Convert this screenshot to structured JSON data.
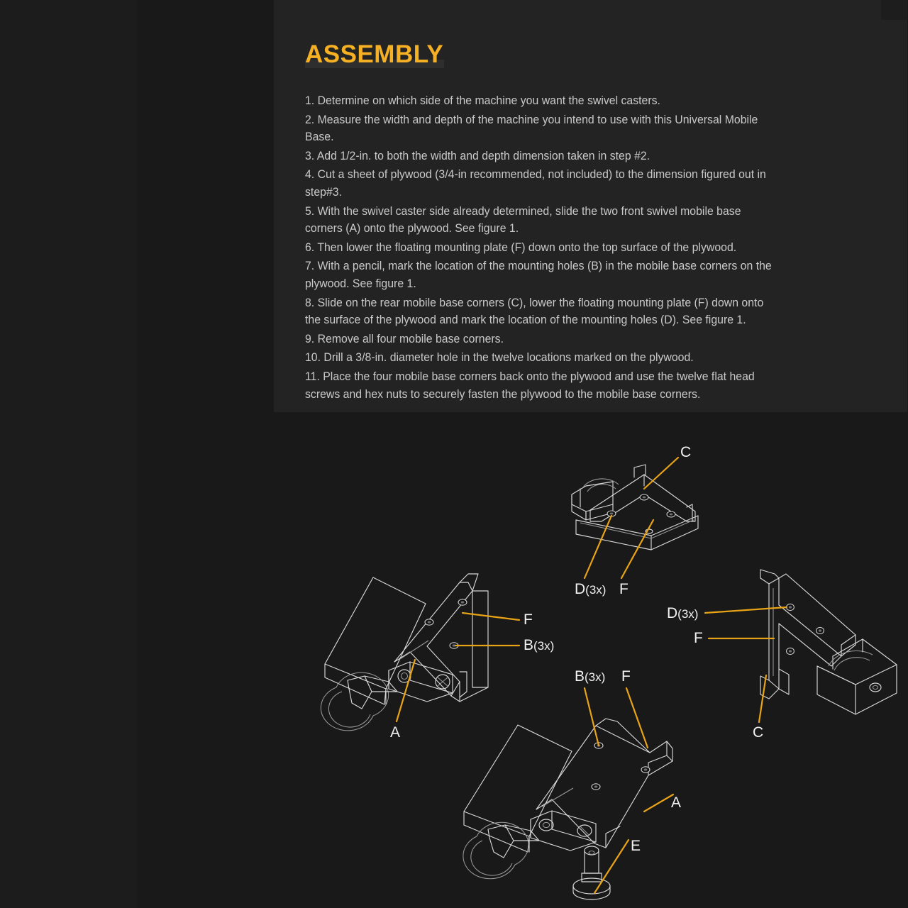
{
  "document": {
    "title": "ASSEMBLY",
    "title_color": "#f5b024",
    "body_color": "#c9c9c9",
    "panel_color": "#232323",
    "page_color": "#191919",
    "leader_color": "#e8a317",
    "linework_color": "#d8d8d8"
  },
  "steps": [
    "1. Determine on which side of the machine you want the swivel casters.",
    "2. Measure the width and depth of the machine you intend to use with this Universal Mobile Base.",
    "3. Add 1/2-in. to both the width and depth dimension taken in step #2.",
    "4. Cut a sheet of plywood (3/4-in recommended, not included) to the dimension figured out in step#3.",
    "5. With the swivel caster side already determined, slide the two front swivel mobile base corners (A) onto the plywood. See figure 1.",
    "6. Then lower the floating mounting plate (F) down onto the top surface of the plywood.",
    "7. With a pencil, mark the location of the mounting holes (B) in the mobile base corners on the plywood. See figure 1.",
    "8. Slide on the rear mobile base corners (C), lower the floating mounting plate (F) down onto the surface of the plywood and mark the location of the mounting holes (D). See figure 1.",
    "9. Remove all four mobile base corners.",
    "10. Drill a 3/8-in. diameter hole in the twelve locations marked on the plywood.",
    "11. Place the four mobile base corners back onto the plywood and use the twelve flat head screws and hex nuts to securely fasten the plywood to the mobile base corners."
  ],
  "figures": {
    "top_rear_corner": {
      "name": "rear mobile base corner exploded view",
      "labels": {
        "c": "C",
        "d": "D",
        "d_qty": "(3x)",
        "f": "F"
      }
    },
    "left_swivel_corner": {
      "name": "front swivel mobile base corner",
      "labels": {
        "f": "F",
        "b": "B",
        "b_qty": "(3x)",
        "a": "A"
      }
    },
    "right_rear_corner": {
      "name": "rear mobile base corner side view",
      "labels": {
        "d": "D",
        "d_qty": "(3x)",
        "f": "F",
        "c": "C"
      }
    },
    "bottom_swivel_corner": {
      "name": "front swivel mobile base corner with caster stem",
      "labels": {
        "b": "B",
        "b_qty": "(3x)",
        "f": "F",
        "a": "A",
        "e": "E"
      }
    }
  }
}
